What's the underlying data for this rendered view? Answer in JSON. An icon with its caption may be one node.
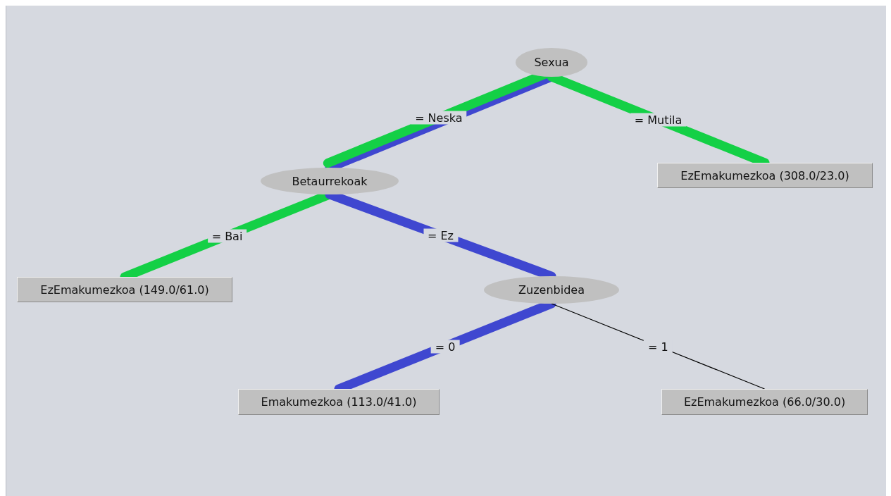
{
  "diagram": {
    "nodes": [
      {
        "text": [
          "Sexua"
        ]
      },
      {
        "text": [
          "Betaurrekoak"
        ]
      },
      {
        "text": [
          "EzEmakumezkoa (308.0/23.0)"
        ]
      },
      {
        "text": [
          "EzEmakumezkoa (149.0/61.0)"
        ]
      },
      {
        "text": [
          "Zuzenbidea"
        ]
      },
      {
        "text": [
          "Emakumezkoa (113.0/41.0)"
        ]
      },
      {
        "text": [
          "EzEmakumezkoa (66.0/30.0)"
        ]
      }
    ],
    "edges": [
      {
        "from": 0,
        "to": 1,
        "arrow": "none",
        "color": "#3f47d0"
      },
      {
        "from": 0,
        "to": 1,
        "arrow": "none",
        "color": "#14d046",
        "label": "= Neska"
      },
      {
        "from": 0,
        "to": 2,
        "arrow": "none",
        "color": "#14d046",
        "label": "= Mutila"
      },
      {
        "from": 1,
        "to": 3,
        "arrow": "none",
        "color": "#14d046",
        "label": "= Bai"
      },
      {
        "from": 1,
        "to": 4,
        "arrow": "none",
        "color": "#3f47d0",
        "label": "= Ez"
      },
      {
        "from": 4,
        "to": 5,
        "arrow": "none",
        "color": "#3f47d0",
        "label": "= 0"
      },
      {
        "from": 4,
        "to": 6,
        "arrow": "none",
        "color": "#000000",
        "label": "= 1"
      }
    ]
  }
}
